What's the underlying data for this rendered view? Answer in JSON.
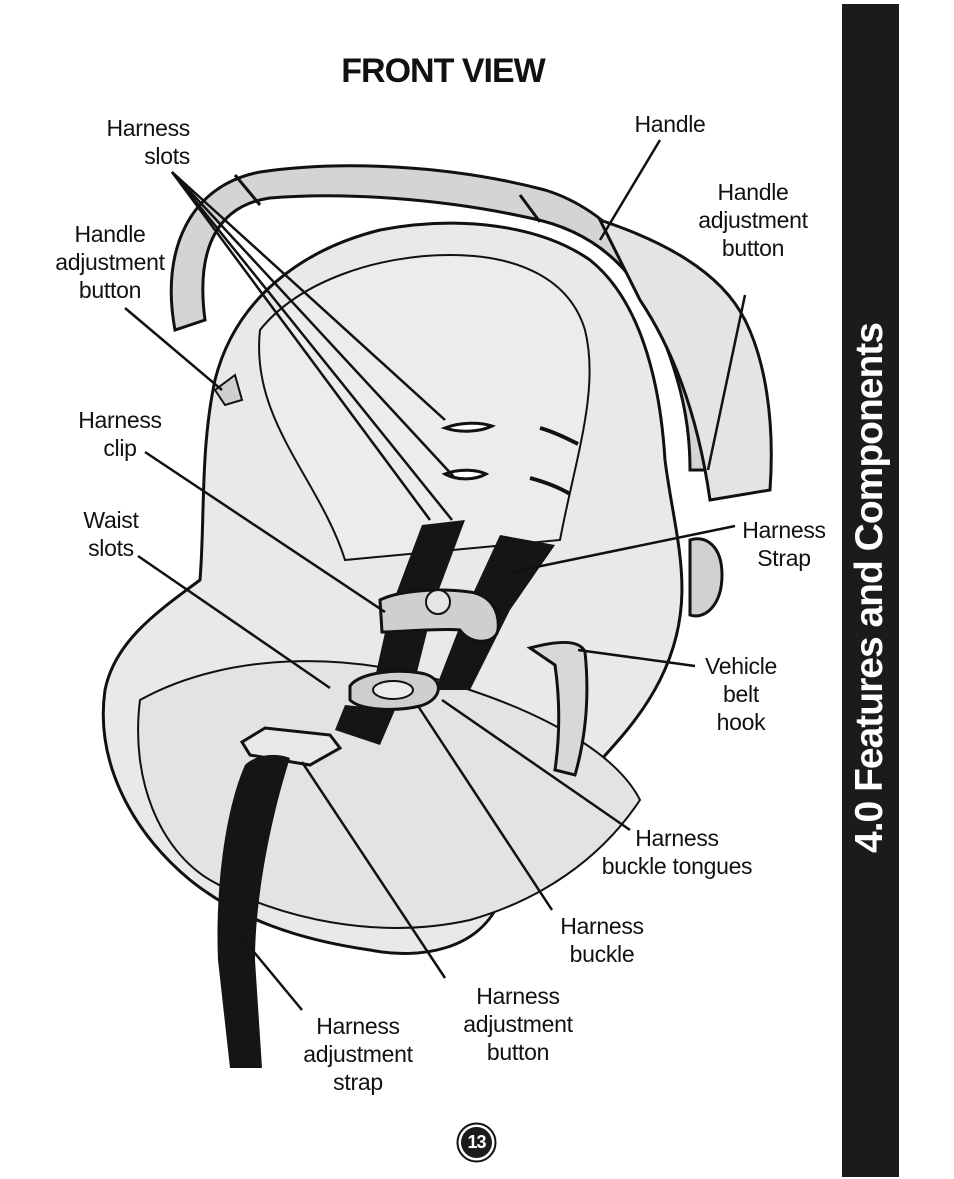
{
  "page_title": "FRONT VIEW",
  "section_tab": "4.0 Features and Components",
  "page_number": "13",
  "labels": {
    "harness_slots": "Harness\nslots",
    "handle_adjustment_button_left": "Handle\nadjustment\nbutton",
    "harness_clip": "Harness\nclip",
    "waist_slots": "Waist\nslots",
    "handle": "Handle",
    "handle_adjustment_button_right": "Handle\nadjustment\nbutton",
    "harness_strap": "Harness\nStrap",
    "vehicle_belt_hook": "Vehicle\nbelt\nhook",
    "harness_buckle_tongues": "Harness\nbuckle tongues",
    "harness_buckle": "Harness\nbuckle",
    "harness_adjustment_button": "Harness\nadjustment\nbutton",
    "harness_adjustment_strap": "Harness\nadjustment\nstrap"
  }
}
